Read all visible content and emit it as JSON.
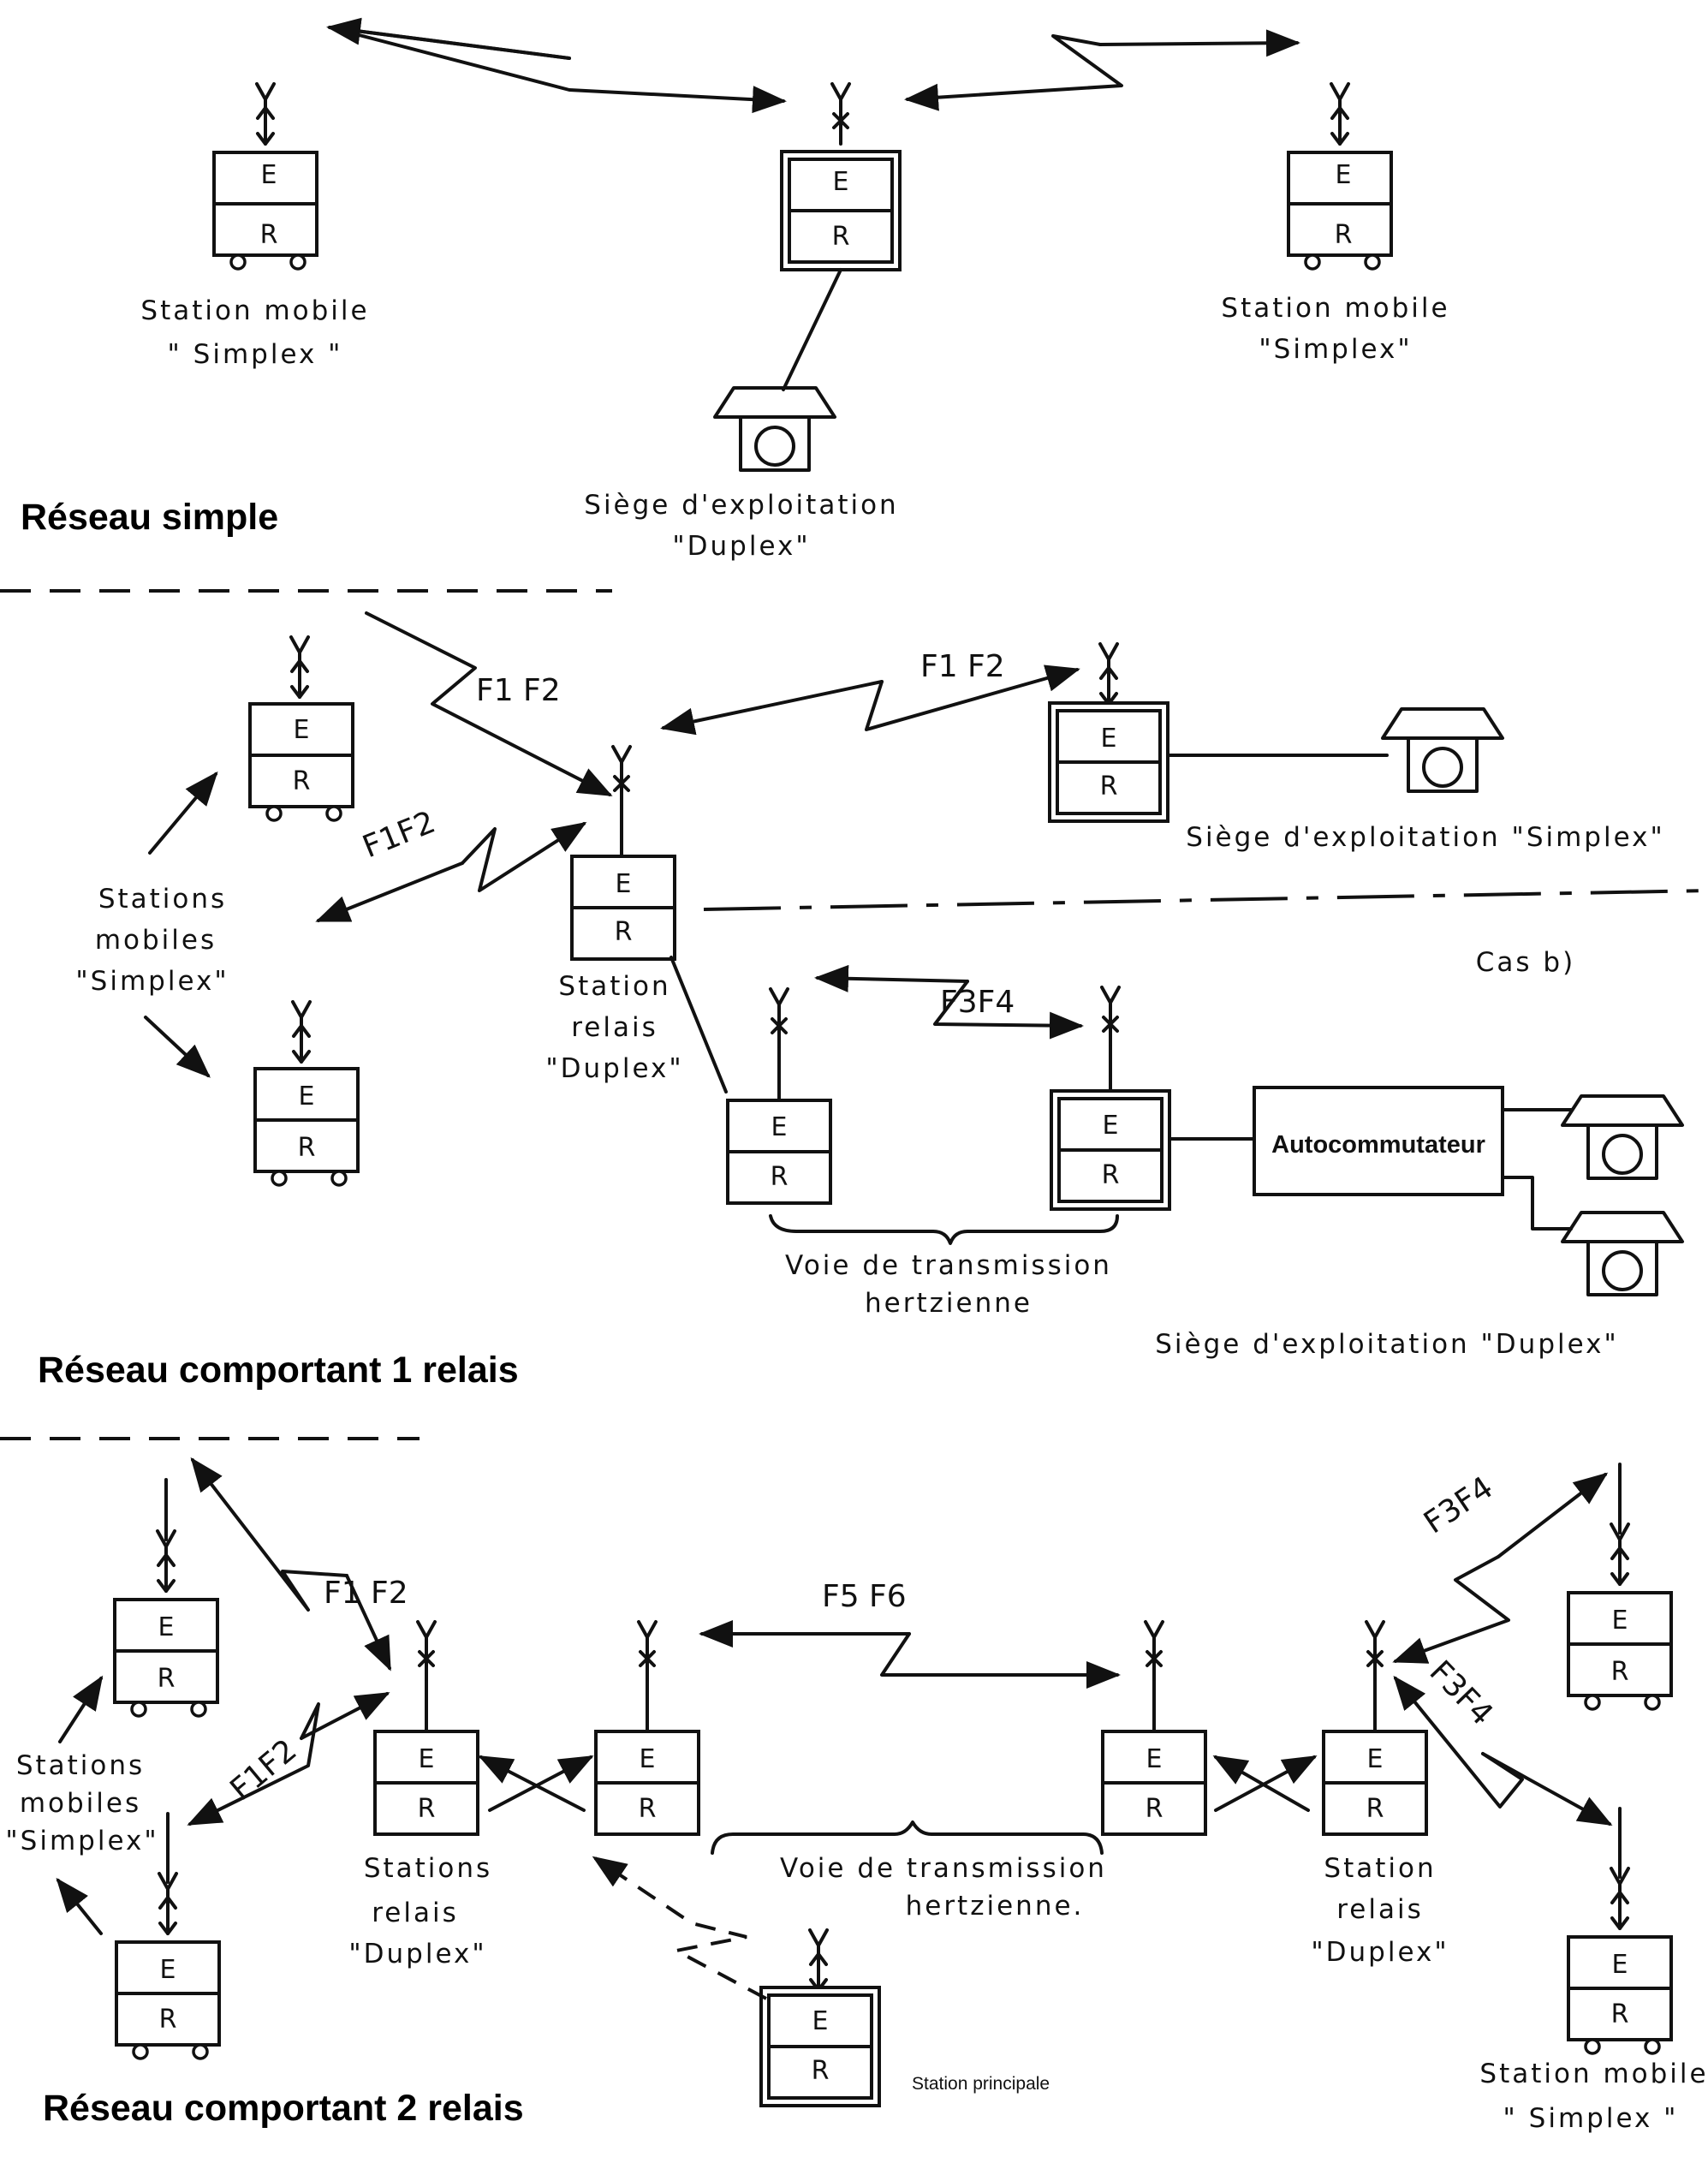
{
  "sections": {
    "s1": "Réseau  simple",
    "s2": "Réseau comportant 1 relais",
    "s3": "Réseau comportant 2 relais"
  },
  "unit": {
    "e": "E",
    "r": "R"
  },
  "labels": {
    "s1_mobile_left_1": "Station  mobile",
    "s1_mobile_left_2": "\" Simplex \"",
    "s1_mobile_right_1": "Station  mobile",
    "s1_mobile_right_2": "\"Simplex\"",
    "s1_siege_1": "Siège  d'exploitation",
    "s1_siege_2": "\"Duplex\"",
    "s2_freq_a": "F1 F2",
    "s2_freq_b": "F1 F2",
    "s2_freq_c": "F1F2",
    "s2_freq_d": "F3F4",
    "s2_siege_simplex": "Siège  d'exploitation \"Simplex\"",
    "s2_cas": "Cas  b)",
    "s2_mobiles_1": "Stations",
    "s2_mobiles_2": "mobiles",
    "s2_mobiles_3": "\"Simplex\"",
    "s2_relay_1": "Station",
    "s2_relay_2": "relais",
    "s2_relay_3": "\"Duplex\"",
    "s2_voie_1": "Voie  de  transmission",
    "s2_voie_2": "hertzienne",
    "s2_auto": "Autocommutateur",
    "s2_siege_duplex": "Siège  d'exploitation  \"Duplex\"",
    "s3_freq_a": "F1 F2",
    "s3_freq_b": "F1F2",
    "s3_freq_c": "F5 F6",
    "s3_freq_d": "F3F4",
    "s3_freq_e": "F3F4",
    "s3_mobiles_1": "Stations",
    "s3_mobiles_2": "mobiles",
    "s3_mobiles_3": "\"Simplex\"",
    "s3_relays_1": "Stations",
    "s3_relays_2": "relais",
    "s3_relays_3": "\"Duplex\"",
    "s3_voie_1": "Voie  de  transmission",
    "s3_voie_2": "hertzienne.",
    "s3_relay_right_1": "Station",
    "s3_relay_right_2": "relais",
    "s3_relay_right_3": "\"Duplex\"",
    "s3_principale": "Station principale",
    "s3_mobile_1": "Station  mobile",
    "s3_mobile_2": "\" Simplex \""
  }
}
